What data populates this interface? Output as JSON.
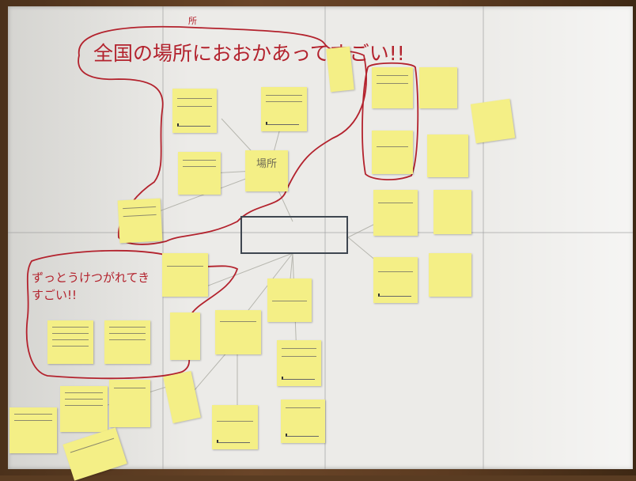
{
  "headline_red": "全国の場所におおかあってすごい!!",
  "headline_ruby": "所",
  "bottom_left_red": "ずっとうけつがれてきすごい!!",
  "center_box_text": "",
  "center_note_text": "場所",
  "colors": {
    "paper": "#ecebe8",
    "sticky": "#f4ef86",
    "marker_red": "#b3222d",
    "box_outline": "#3e4650",
    "table_wood": "#5a3c22"
  }
}
